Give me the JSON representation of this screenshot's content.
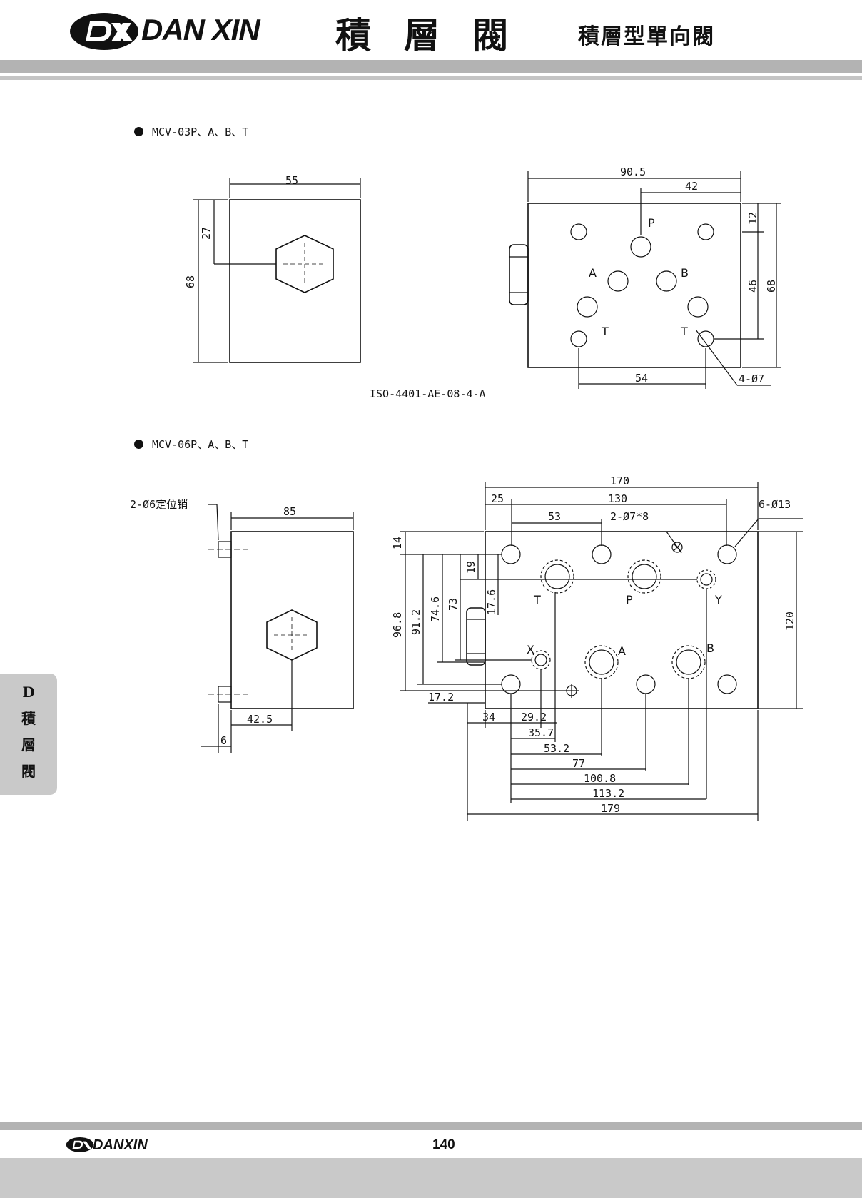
{
  "header": {
    "brand": "DANXIN",
    "brand_display": "DAN XIN",
    "title": "積層閥",
    "subtitle": "積層型單向閥"
  },
  "sections": [
    {
      "model": "MCV-03P、A、B、T",
      "standard": "ISO-4401-AE-08-4-A",
      "side_view": {
        "width": "55",
        "height": "68",
        "hex_offset": "27"
      },
      "face_view": {
        "width": "90.5",
        "offset_42": "42",
        "height": "68",
        "height_46": "46",
        "top_12": "12",
        "bottom_54": "54",
        "holes_note": "4-Ø7",
        "ports": {
          "p": "P",
          "a": "A",
          "b": "B",
          "t1": "T",
          "t2": "T"
        }
      }
    },
    {
      "model": "MCV-06P、A、B、T",
      "side_view": {
        "pin_note": "2-Ø6定位销",
        "width": "85",
        "hex_offset": "42.5",
        "pin_offset": "6"
      },
      "face_view": {
        "width_170": "170",
        "width_130": "130",
        "offset_25": "25",
        "offset_53": "53",
        "pin_holes_note": "2-Ø7*8",
        "bolt_holes_note": "6-Ø13",
        "height_120": "120",
        "v_14": "14",
        "v_96_8": "96.8",
        "v_91_2": "91.2",
        "v_74_6": "74.6",
        "v_73": "73",
        "v_19": "19",
        "v_17_6": "17.6",
        "h_17_2": "17.2",
        "h_34": "34",
        "h_29_2": "29.2",
        "h_35_7": "35.7",
        "h_53_2": "53.2",
        "h_77": "77",
        "h_100_8": "100.8",
        "h_113_2": "113.2",
        "h_179": "179",
        "ports": {
          "t": "T",
          "p": "P",
          "y": "Y",
          "x": "X",
          "a": "A",
          "b": "B"
        }
      }
    }
  ],
  "side_tab": {
    "letter": "D",
    "chars": [
      "積",
      "層",
      "閥"
    ]
  },
  "footer": {
    "brand": "DANXIN",
    "page_number": "140"
  }
}
